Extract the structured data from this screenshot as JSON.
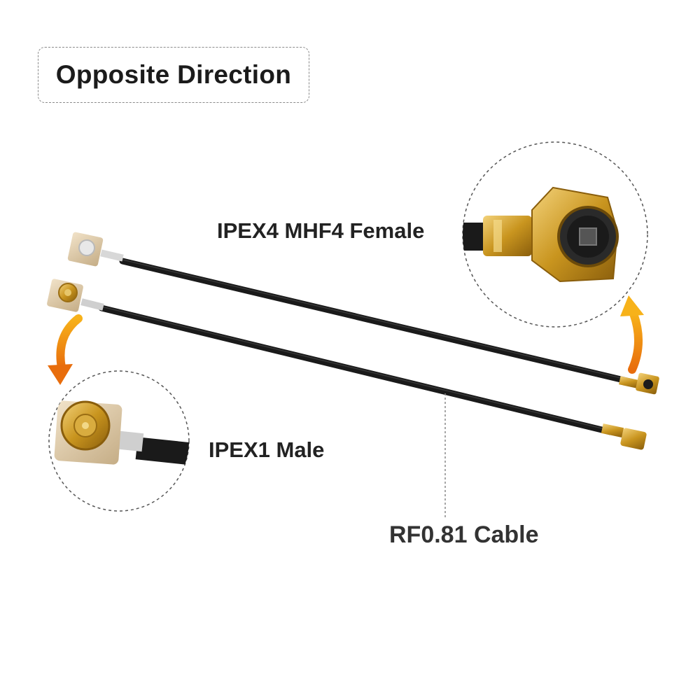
{
  "title": "Opposite Direction",
  "labels": {
    "female": "IPEX4 MHF4 Female",
    "male": "IPEX1 Male",
    "cable": "RF0.81 Cable"
  },
  "colors": {
    "cable": "#1a1a1a",
    "gold": "#c9951f",
    "arrow": "#f08a10"
  }
}
